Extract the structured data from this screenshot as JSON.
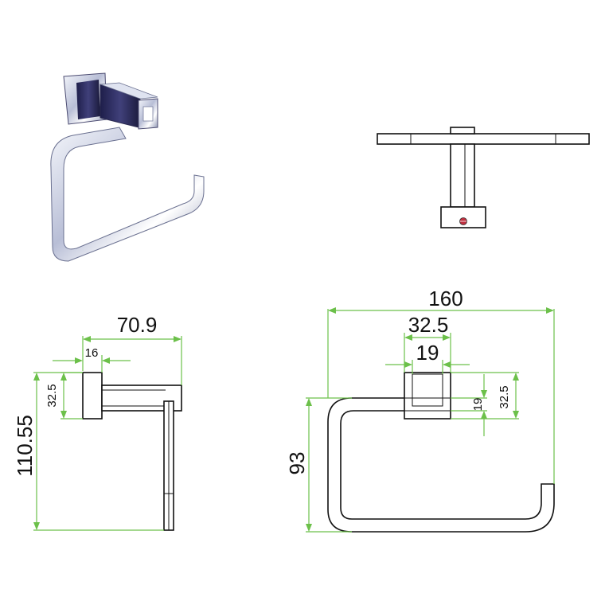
{
  "colors": {
    "dimension": "#6cc04a",
    "outline": "#111111",
    "chrome_dark": "#2a2a5c",
    "screw_red": "#c03040"
  },
  "dimensions": {
    "side_width": "70.9",
    "side_base_depth": "16",
    "side_base_height": "32.5",
    "side_total_height": "110.55",
    "front_width": "160",
    "front_base_width": "32.5",
    "front_arm_width": "19",
    "front_arm_height": "19",
    "front_base_height": "32.5",
    "front_total_height": "93"
  }
}
